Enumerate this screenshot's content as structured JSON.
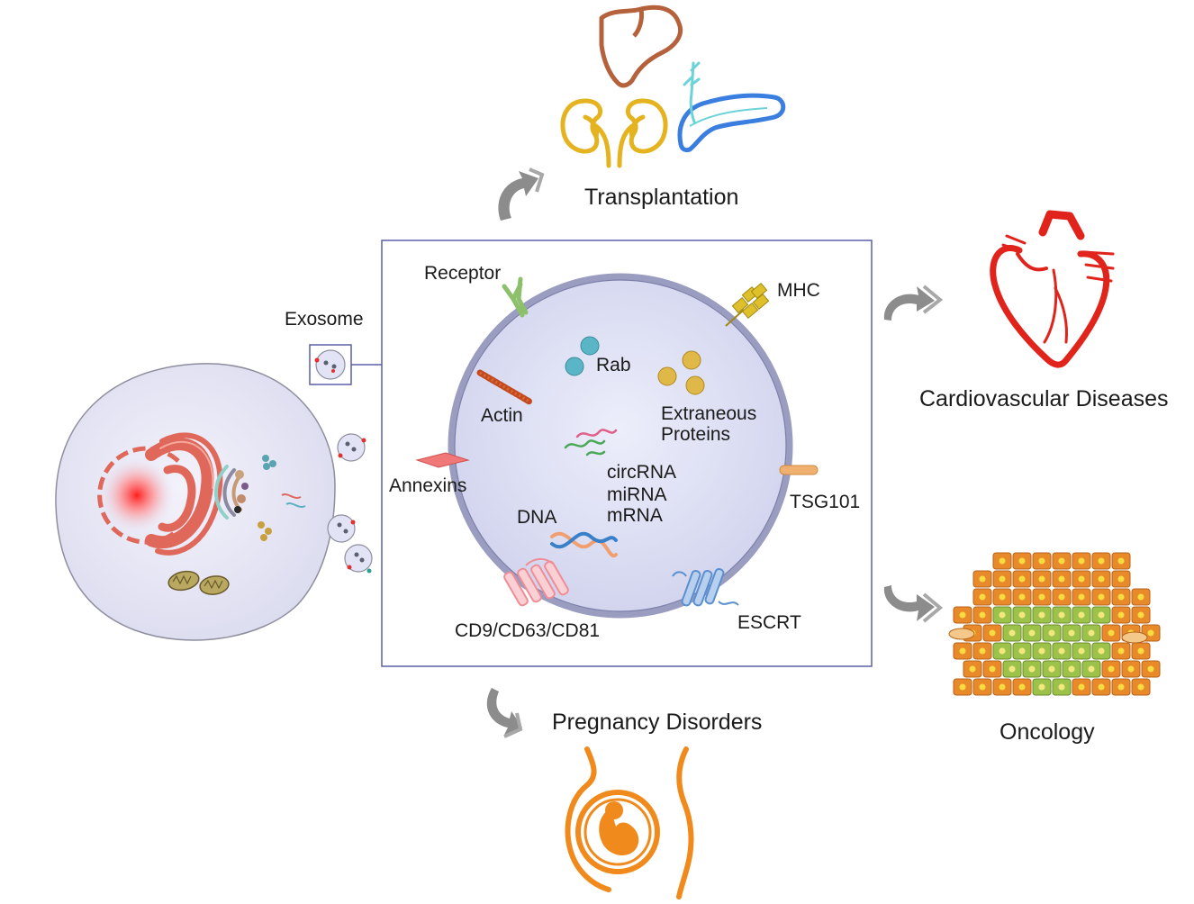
{
  "exosome_label": "Exosome",
  "exosome_components": {
    "receptor": "Receptor",
    "mhc": "MHC",
    "rab": "Rab",
    "actin": "Actin",
    "extraneous_proteins_line1": "Extraneous",
    "extraneous_proteins_line2": "Proteins",
    "annexins": "Annexins",
    "circrna": "circRNA",
    "mirna": "miRNA",
    "mrna": "mRNA",
    "dna": "DNA",
    "tsg101": "TSG101",
    "tetraspanins": "CD9/CD63/CD81",
    "escrt": "ESCRT"
  },
  "applications": {
    "transplantation": "Transplantation",
    "cardiovascular": "Cardiovascular Diseases",
    "pregnancy": "Pregnancy Disorders",
    "oncology": "Oncology"
  },
  "colors": {
    "box_border": "#5b5ea6",
    "vesicle_fill": "#dfe0f5",
    "vesicle_border": "#9a9cc0",
    "arrow_gray": "#8c8c8c",
    "liver": "#b5613c",
    "kidney": "#e5b31f",
    "pancreas": "#3a7fe0",
    "pancreas_duct": "#6cd3d8",
    "heart": "#e0241c",
    "fetus": "#f08a1c",
    "tumor_orange": "#e8892a",
    "tumor_green": "#9dc24a",
    "er_red": "#e0685a",
    "tetraspanin_pink": "#f08c96",
    "escrt_blue": "#5a8fd0",
    "mhc_yellow": "#e0c02a",
    "receptor_green": "#8cc06a"
  },
  "icons": [
    "liver-icon",
    "kidneys-icon",
    "pancreas-icon",
    "heart-icon",
    "tumor-tissue-icon",
    "pregnancy-icon",
    "curved-arrow-icon"
  ]
}
